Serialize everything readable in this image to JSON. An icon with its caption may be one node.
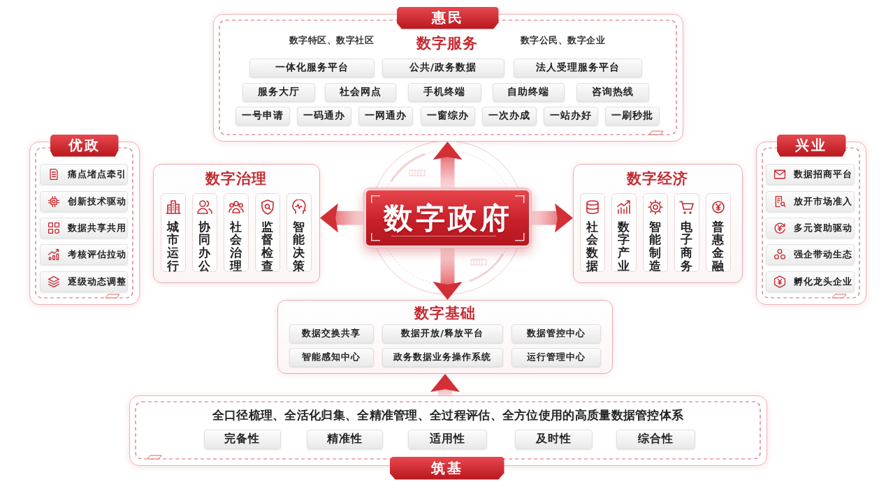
{
  "diagram": {
    "nodes": [
      {
        "text": [
          "惠民",
          "数字特区、数字社区",
          "数字服务",
          "数字公民、数字企业"
        ]
      },
      {
        "text": [
          "一体化服务平台"
        ],
        "in": 0
      },
      {
        "text": [
          "公共/政务数据"
        ],
        "in": 0
      },
      {
        "text": [
          "法人受理服务平台"
        ],
        "in": 0
      },
      {
        "text": [
          "服务大厅"
        ],
        "in": 0
      },
      {
        "text": [
          "社会网点"
        ],
        "in": 0
      },
      {
        "text": [
          "手机终端"
        ],
        "in": 0
      },
      {
        "text": [
          "自助终端"
        ],
        "in": 0
      },
      {
        "text": [
          "咨询热线"
        ],
        "in": 0
      },
      {
        "text": [
          "一号申请"
        ],
        "in": 0
      },
      {
        "text": [
          "一码通办"
        ],
        "in": 0
      },
      {
        "text": [
          "一网通办"
        ],
        "in": 0
      },
      {
        "text": [
          "一窗综办"
        ],
        "in": 0
      },
      {
        "text": [
          "一次办成"
        ],
        "in": 0
      },
      {
        "text": [
          "一站办好"
        ],
        "in": 0
      },
      {
        "text": [
          "一刷秒批"
        ],
        "in": 0
      },
      {
        "text": [
          "优政"
        ]
      },
      {
        "text": [
          "痛点堵点牵引"
        ],
        "in": 16
      },
      {
        "text": [
          "创新技术驱动"
        ],
        "in": 16
      },
      {
        "text": [
          "数据共享共用"
        ],
        "in": 16
      },
      {
        "text": [
          "考核评估拉动"
        ],
        "in": 16
      },
      {
        "text": [
          "逐级动态调整"
        ],
        "in": 16
      },
      {
        "text": [
          "数字治理"
        ]
      },
      {
        "text": [
          "城市运行"
        ],
        "in": 22
      },
      {
        "text": [
          "协同办公"
        ],
        "in": 22
      },
      {
        "text": [
          "社会治理"
        ],
        "in": 22
      },
      {
        "text": [
          "监督检查"
        ],
        "in": 22
      },
      {
        "text": [
          "智能决策"
        ],
        "in": 22
      },
      {
        "text": [
          "数字政府"
        ]
      },
      {
        "text": [
          "数字经济"
        ]
      },
      {
        "text": [
          "社会数据"
        ],
        "in": 29
      },
      {
        "text": [
          "数字产业"
        ],
        "in": 29
      },
      {
        "text": [
          "智能制造"
        ],
        "in": 29
      },
      {
        "text": [
          "电子商务"
        ],
        "in": 29
      },
      {
        "text": [
          "普惠金融"
        ],
        "in": 29
      },
      {
        "text": [
          "兴业"
        ]
      },
      {
        "text": [
          "数据招商平台"
        ],
        "in": 35
      },
      {
        "text": [
          "放开市场准入"
        ],
        "in": 35
      },
      {
        "text": [
          "多元资助驱动"
        ],
        "in": 35
      },
      {
        "text": [
          "强企带动生态"
        ],
        "in": 35
      },
      {
        "text": [
          "孵化龙头企业"
        ],
        "in": 35
      },
      {
        "text": [
          "数字基础"
        ]
      },
      {
        "text": [
          "数据交换共享"
        ],
        "in": 41
      },
      {
        "text": [
          "数据开放/释放平台"
        ],
        "in": 41
      },
      {
        "text": [
          "数据管控中心"
        ],
        "in": 41
      },
      {
        "text": [
          "智能感知中心"
        ],
        "in": 41
      },
      {
        "text": [
          "政务数据业务操作系统"
        ],
        "in": 41
      },
      {
        "text": [
          "运行管理中心"
        ],
        "in": 41
      },
      {
        "text": [
          "全口径梳理、全活化归集、全精准管理、全过程评估、全方位使用的高质量数据管控体系",
          "筑基"
        ]
      },
      {
        "text": [
          "完备性"
        ],
        "in": 48
      },
      {
        "text": [
          "精准性"
        ],
        "in": 48
      },
      {
        "text": [
          "适用性"
        ],
        "in": 48
      },
      {
        "text": [
          "及时性"
        ],
        "in": 48
      },
      {
        "text": [
          "综合性"
        ],
        "in": 48
      }
    ],
    "edges": [
      {
        "from": 28,
        "to": 0,
        "arrow": "to",
        "style": "thick"
      },
      {
        "from": 28,
        "to": 22,
        "arrow": "to",
        "style": "thick"
      },
      {
        "from": 28,
        "to": 29,
        "arrow": "to",
        "style": "thick"
      },
      {
        "from": 28,
        "to": 41,
        "arrow": "to",
        "style": "thick"
      },
      {
        "from": 48,
        "to": 41,
        "arrow": "to",
        "style": "thick"
      }
    ]
  }
}
